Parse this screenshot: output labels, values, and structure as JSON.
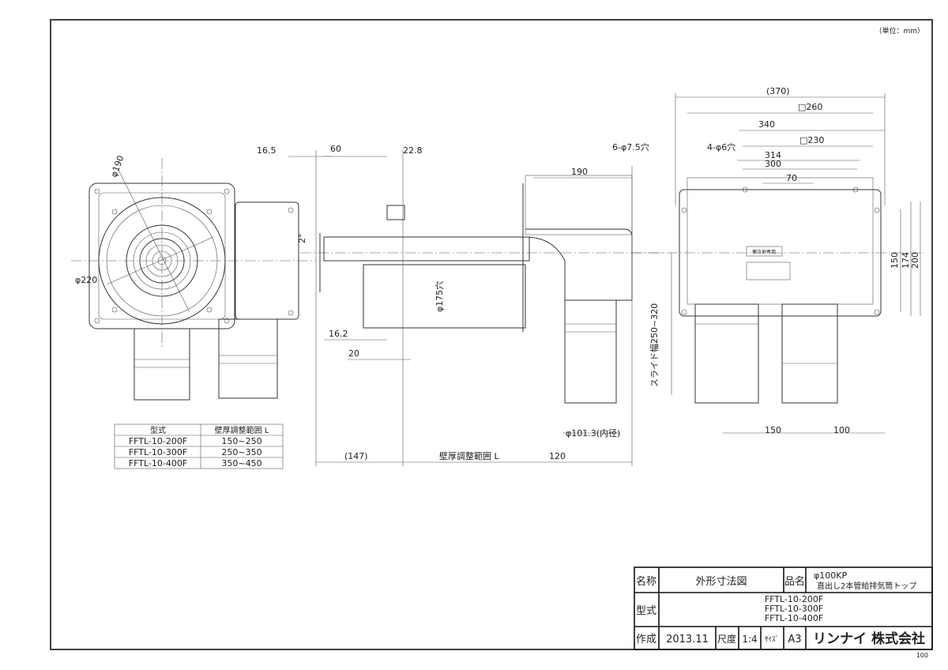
{
  "unit_note": "（単位：mm）",
  "page_number": "100",
  "front_view": {
    "dims": [
      "φ190",
      "φ220"
    ]
  },
  "side_view": {
    "dims": [
      "16.5",
      "60",
      "22.8",
      "190",
      "2°",
      "φ175穴",
      "16.2",
      "20",
      "φ101.3(内径)",
      "(147)",
      "壁厚調整範囲 L",
      "120"
    ]
  },
  "top_view": {
    "dims": [
      "(370)",
      "□260",
      "340",
      "6-φ7.5穴",
      "4-φ6穴",
      "□230",
      "314",
      "300",
      "70",
      "150",
      "174",
      "200",
      "スライド幅250~320",
      "150",
      "100"
    ],
    "label": "寒冷地専用"
  },
  "model_table": {
    "headers": [
      "型式",
      "壁厚調整範囲 L"
    ],
    "rows": [
      [
        "FFTL-10-200F",
        "150~250"
      ],
      [
        "FFTL-10-300F",
        "250~350"
      ],
      [
        "FFTL-10-400F",
        "350~450"
      ]
    ]
  },
  "title_block": {
    "name_label": "名称",
    "name_value": "外形寸法図",
    "product_label": "品名",
    "product_line1": "φ100KP",
    "product_line2": "直出し2本管給排気筒トップ",
    "model_label": "型式",
    "models": [
      "FFTL-10-200F",
      "FFTL-10-300F",
      "FFTL-10-400F"
    ],
    "created_label": "作成",
    "created_value": "2013.11",
    "scale_label": "尺度",
    "scale_value": "1:4",
    "size_label": "ｻｲｽﾞ",
    "size_value": "A3",
    "company": "リンナイ 株式会社"
  }
}
